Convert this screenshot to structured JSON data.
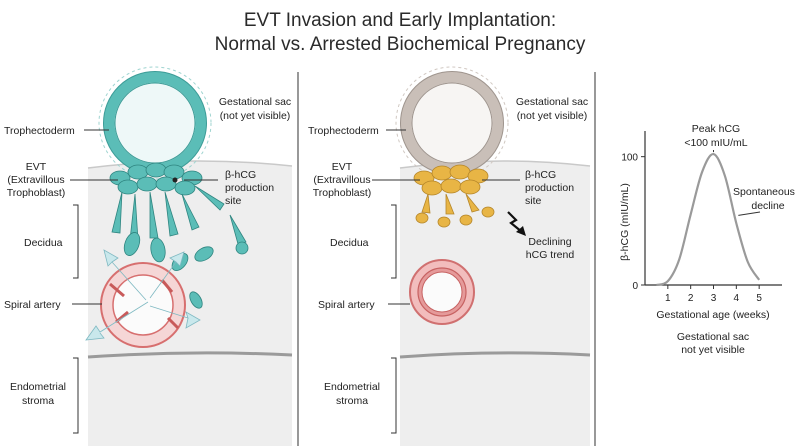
{
  "title": {
    "line1": "EVT Invasion and Early Implantation:",
    "line2": "Normal vs. Arrested Biochemical Pregnancy"
  },
  "colors": {
    "normal_cells": "#5bbdb7",
    "arrested_cells": "#e8b545",
    "arrested_sac": "#c9bfb8",
    "artery": "#e38f8f",
    "decidua": "#ececec",
    "arrow": "#b8e0e6"
  },
  "left_panel": {
    "gestational_sac": [
      "Gestational sac",
      "(not yet visible)"
    ],
    "trophectoderm": "Trophectoderm",
    "evt": [
      "EVT",
      "(Extravillous",
      "Trophoblast)"
    ],
    "hcg_site": [
      "β-hCG",
      "production",
      "site"
    ],
    "decidua": "Decidua",
    "spiral_artery": "Spiral artery",
    "endometrial_stroma": [
      "Endometrial",
      "stroma"
    ]
  },
  "middle_panel": {
    "gestational_sac": [
      "Gestational sac",
      "(not yet visible)"
    ],
    "trophectoderm": "Trophectoderm",
    "evt": [
      "EVT",
      "(Extravillous",
      "Trophoblast)"
    ],
    "hcg_site": [
      "β-hCG",
      "production",
      "site"
    ],
    "declining": [
      "Declining",
      "hCG trend"
    ],
    "decidua": "Decidua",
    "spiral_artery": "Spiral artery",
    "endometrial_stroma": [
      "Endometrial",
      "stroma"
    ]
  },
  "chart_data": {
    "type": "line",
    "ylabel": "β-hCG (mIU/mL)",
    "xlabel": "Gestational age (weeks)",
    "xticks": [
      1,
      2,
      3,
      4,
      5
    ],
    "yticks": [
      0,
      100
    ],
    "xlim": [
      0,
      6
    ],
    "ylim": [
      0,
      120
    ],
    "x": [
      0.5,
      1,
      1.5,
      2,
      2.5,
      3,
      3.5,
      4,
      4.5,
      5
    ],
    "y": [
      0,
      3,
      20,
      55,
      88,
      102,
      85,
      48,
      18,
      4
    ],
    "annotations": {
      "peak": [
        "Peak hCG",
        "<100 mIU/mL"
      ],
      "decline": [
        "Spontaneous",
        "decline"
      ],
      "footnote": [
        "Gestational sac",
        "not yet visible"
      ]
    }
  }
}
